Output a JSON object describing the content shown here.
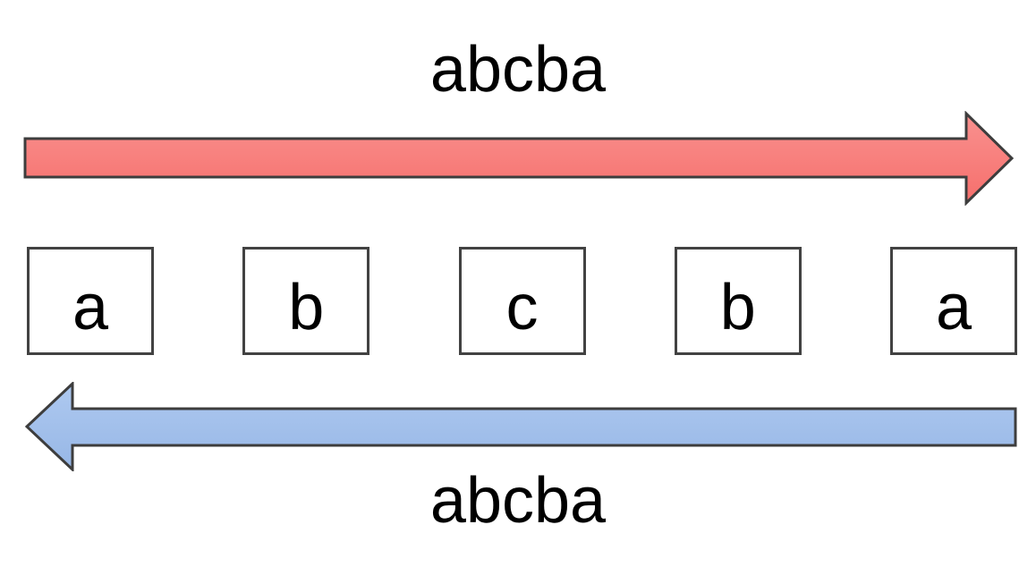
{
  "diagram": {
    "top_label": "abcba",
    "bottom_label": "abcba",
    "cells": [
      "a",
      "b",
      "c",
      "b",
      "a"
    ],
    "forward_arrow": {
      "direction": "right",
      "meaning": "read-forward"
    },
    "reverse_arrow": {
      "direction": "left",
      "meaning": "read-backward"
    },
    "colors": {
      "red_light": "#f9918f",
      "red_dark": "#f66f6c",
      "blue_light": "#aec9f0",
      "blue_dark": "#97b7e6",
      "outline": "#3d3d3d",
      "box_border": "#424242",
      "text": "#000000",
      "background": "#ffffff"
    }
  }
}
